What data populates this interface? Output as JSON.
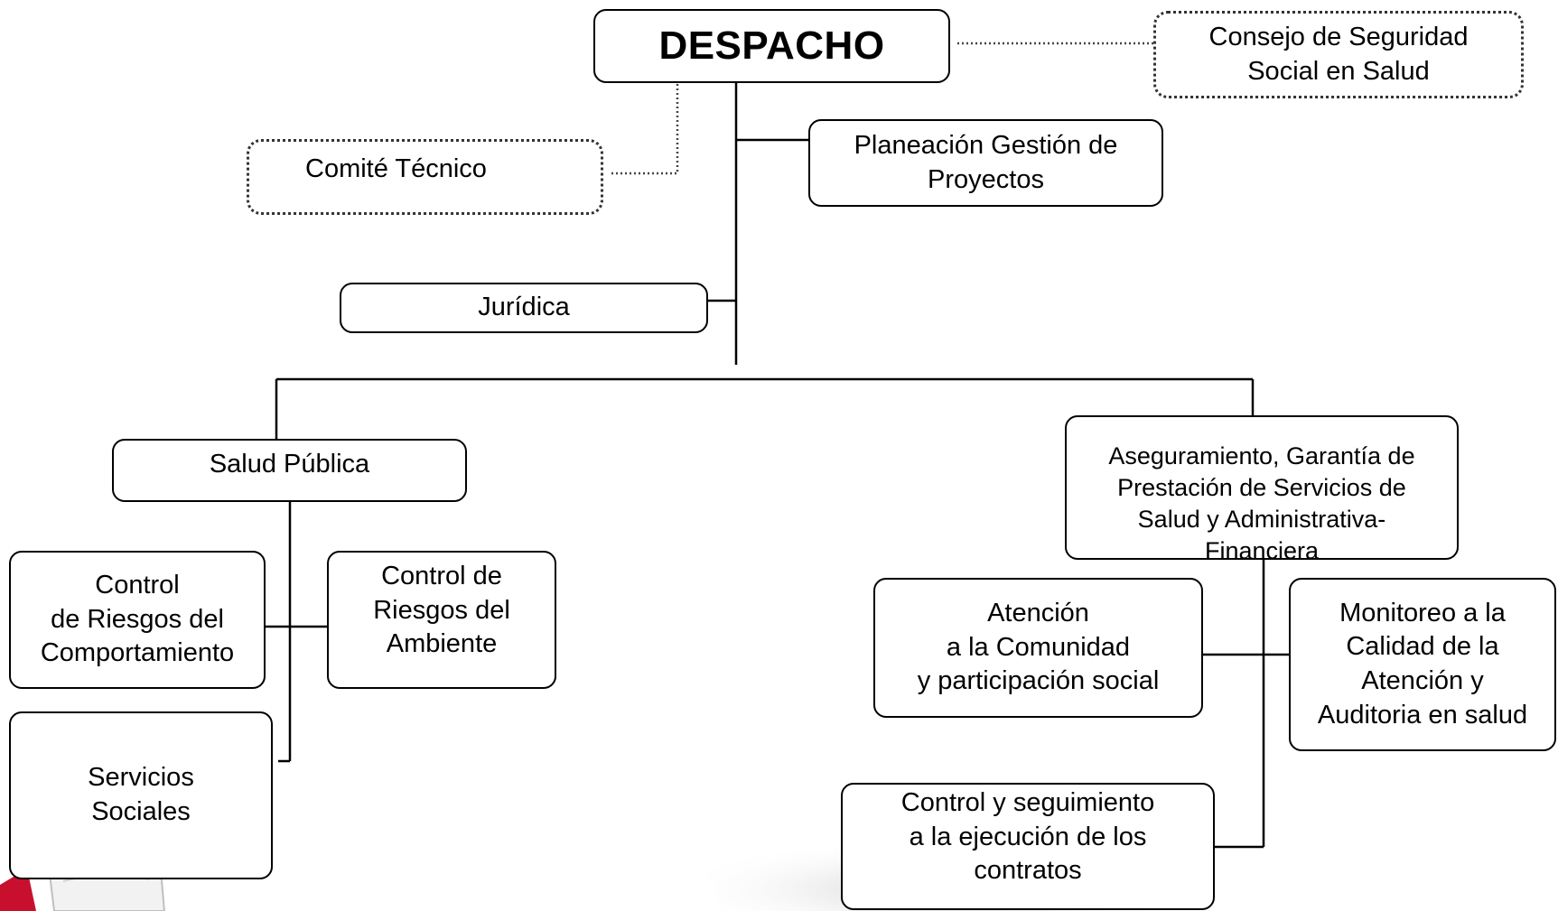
{
  "diagram": {
    "nodes": {
      "despacho": "DESPACHO",
      "consejo": "Consejo de Seguridad\nSocial en Salud",
      "comite": "Comité Técnico",
      "planeacion": "Planeación Gestión de\nProyectos",
      "juridica": "Jurídica",
      "salud_publica": "Salud Pública",
      "aseguramiento": "Aseguramiento, Garantía de\nPrestación de Servicios de\nSalud y Administrativa-\nFinanciera",
      "riesgos_comportamiento": "Control\nde Riesgos del\nComportamiento",
      "riesgos_ambiente": "Control de\nRiesgos del\nAmbiente",
      "servicios_sociales": "Servicios\nSociales",
      "atencion_comunidad": "Atención\na la Comunidad\ny  participación social",
      "monitoreo": "Monitoreo a la\nCalidad de la\nAtención  y\nAuditoria en salud",
      "control_contratos": "Control y seguimiento\na la ejecución de los\ncontratos"
    },
    "colors": {
      "line": "#000000",
      "dotted_border": "#333333",
      "logo_red": "#c8102e"
    }
  }
}
